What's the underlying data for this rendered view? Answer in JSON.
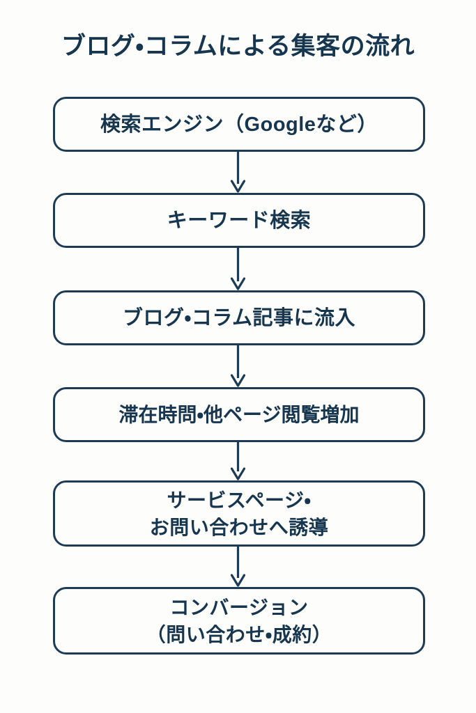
{
  "page": {
    "background_color": "#fdfdfb",
    "accent_color": "#16354f",
    "border_color": "#1d3b55"
  },
  "title": "ブログ・コラムによる集客の流れ",
  "flow": {
    "type": "vertical-flowchart",
    "node_count": 6,
    "connector_count": 5,
    "connector_icon": "arrow-down-icon",
    "nodes": [
      {
        "id": "search-engine",
        "label": "検索エンジン（Googleなど）"
      },
      {
        "id": "keyword-search",
        "label": "キーワード検索"
      },
      {
        "id": "blog-inflow",
        "label": "ブログ・コラム記事に流入"
      },
      {
        "id": "dwell-time",
        "label": "滞在時問・他ページ閲覧増加"
      },
      {
        "id": "service-page",
        "label": "サービスページ・\nお問い合わせへ誘導"
      },
      {
        "id": "conversion",
        "label": "コンバージョン\n（問い合わせ・成約）"
      }
    ]
  }
}
